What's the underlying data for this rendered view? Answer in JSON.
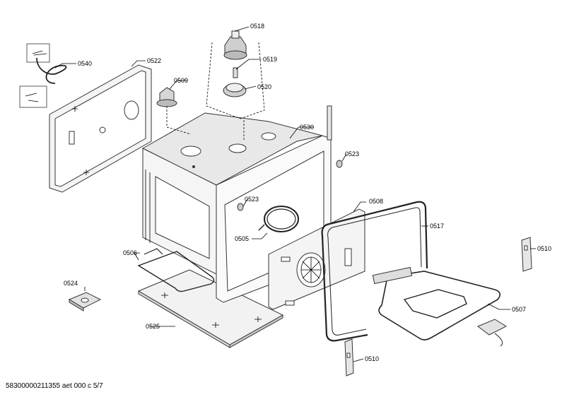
{
  "diagram": {
    "part_numbers": {
      "p0518": "0518",
      "p0519": "0519",
      "p0520": "0520",
      "p0540": "0540",
      "p0522": "0522",
      "p0509": "0509",
      "p0530": "0530",
      "p0523a": "0523",
      "p0523b": "0523",
      "p0508": "0508",
      "p0505": "0505",
      "p0517": "0517",
      "p0506": "0506",
      "p0510a": "0510",
      "p0510b": "0510",
      "p0524": "0524",
      "p0507": "0507",
      "p0525": "0525"
    },
    "footer": "58300000211355 aet 000 c 5/7"
  }
}
